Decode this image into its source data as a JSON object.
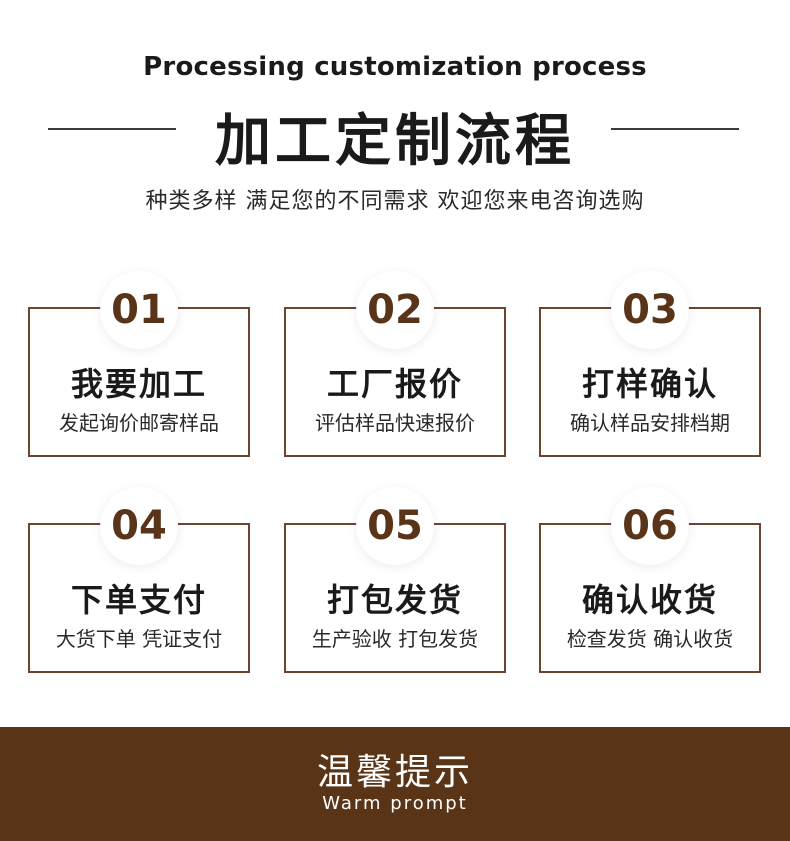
{
  "header": {
    "title_en": "Processing customization process",
    "title_cn": "加工定制流程",
    "subtitle": "种类多样 满足您的不同需求 欢迎您来电咨询选购"
  },
  "steps": [
    {
      "num": "01",
      "title": "我要加工",
      "desc": "发起询价邮寄样品"
    },
    {
      "num": "02",
      "title": "工厂报价",
      "desc": "评估样品快速报价"
    },
    {
      "num": "03",
      "title": "打样确认",
      "desc": "确认样品安排档期"
    },
    {
      "num": "04",
      "title": "下单支付",
      "desc": "大货下单 凭证支付"
    },
    {
      "num": "05",
      "title": "打包发货",
      "desc": "生产验收 打包发货"
    },
    {
      "num": "06",
      "title": "确认收货",
      "desc": "检查发货 确认收货"
    }
  ],
  "footer": {
    "title_cn": "温馨提示",
    "title_en": "Warm prompt"
  },
  "colors": {
    "accent": "#5a3417",
    "border": "#6b4530"
  }
}
